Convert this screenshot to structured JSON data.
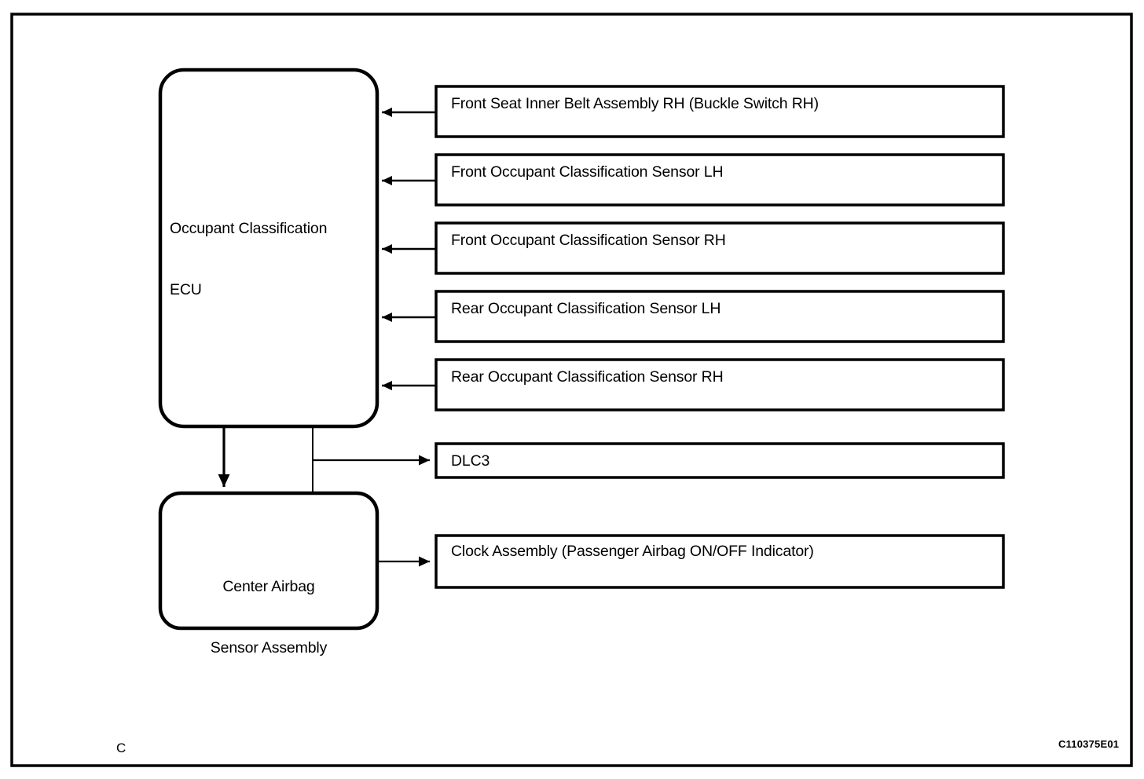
{
  "page": {
    "corner_mark": "C",
    "doc_code": "C110375E01",
    "border_color": "#000000",
    "line_color": "#000000",
    "background": "#ffffff"
  },
  "nodes": {
    "ecu": {
      "label_line1": "Occupant Classification",
      "label_line2": "ECU"
    },
    "center_airbag": {
      "label_line1": "Center Airbag",
      "label_line2": "Sensor Assembly"
    }
  },
  "input_boxes": [
    {
      "label": "Front Seat Inner Belt Assembly RH (Buckle Switch RH)"
    },
    {
      "label": "Front Occupant Classification Sensor LH"
    },
    {
      "label": "Front Occupant Classification Sensor RH"
    },
    {
      "label": "Rear Occupant Classification Sensor LH"
    },
    {
      "label": "Rear Occupant Classification Sensor RH"
    }
  ],
  "output_boxes": [
    {
      "label": "DLC3"
    },
    {
      "label": "Clock Assembly (Passenger Airbag ON/OFF Indicator)"
    }
  ],
  "chart_data": {
    "type": "table",
    "title": "Occupant Classification System Block Diagram",
    "nodes": [
      "Occupant Classification ECU",
      "Center Airbag Sensor Assembly",
      "Front Seat Inner Belt Assembly RH (Buckle Switch RH)",
      "Front Occupant Classification Sensor LH",
      "Front Occupant Classification Sensor RH",
      "Rear Occupant Classification Sensor LH",
      "Rear Occupant Classification Sensor RH",
      "DLC3",
      "Clock Assembly (Passenger Airbag ON/OFF Indicator)"
    ],
    "edges": [
      {
        "from": "Front Seat Inner Belt Assembly RH (Buckle Switch RH)",
        "to": "Occupant Classification ECU"
      },
      {
        "from": "Front Occupant Classification Sensor LH",
        "to": "Occupant Classification ECU"
      },
      {
        "from": "Front Occupant Classification Sensor RH",
        "to": "Occupant Classification ECU"
      },
      {
        "from": "Rear Occupant Classification Sensor LH",
        "to": "Occupant Classification ECU"
      },
      {
        "from": "Rear Occupant Classification Sensor RH",
        "to": "Occupant Classification ECU"
      },
      {
        "from": "Occupant Classification ECU",
        "to": "Center Airbag Sensor Assembly"
      },
      {
        "from": "Center Airbag Sensor Assembly",
        "to": "DLC3"
      },
      {
        "from": "Center Airbag Sensor Assembly",
        "to": "Clock Assembly (Passenger Airbag ON/OFF Indicator)"
      }
    ]
  }
}
